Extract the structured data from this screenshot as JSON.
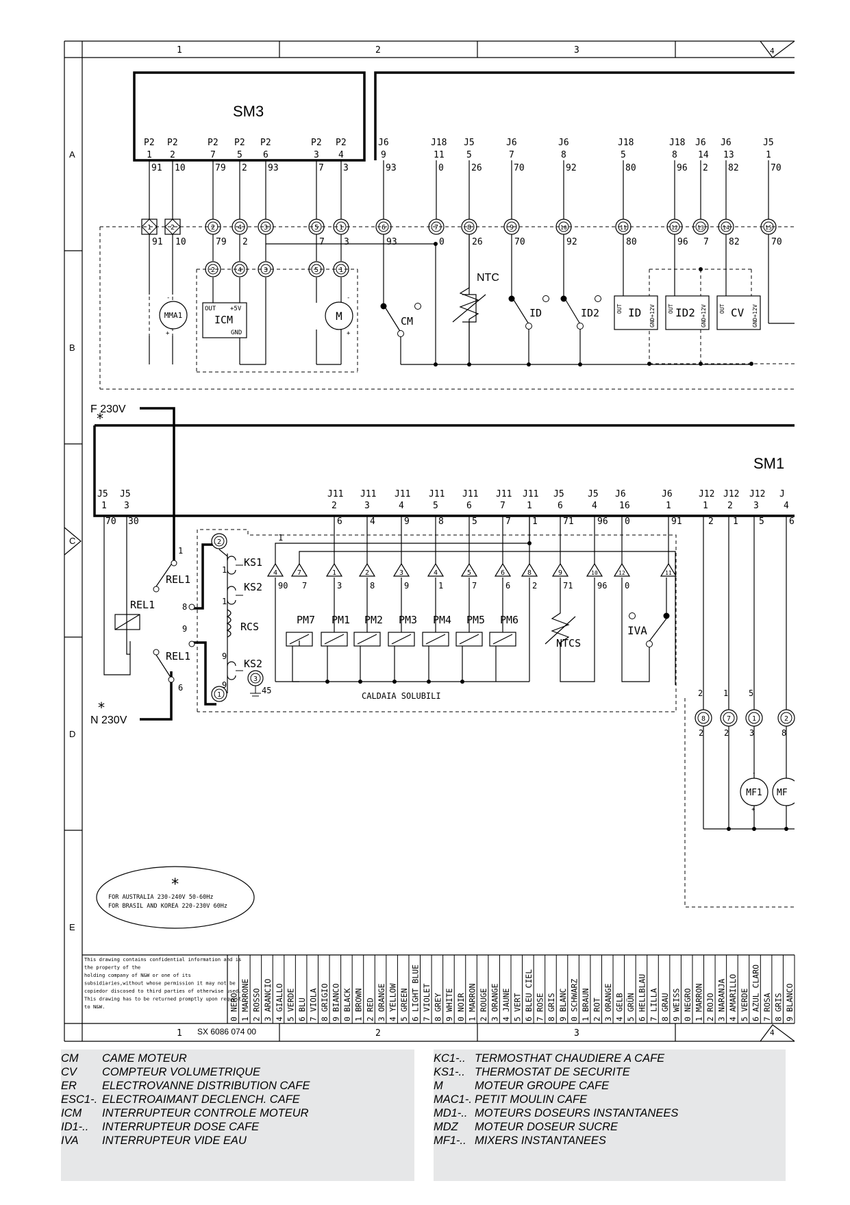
{
  "frame": {
    "columns_top": [
      "1",
      "2",
      "3",
      "4"
    ],
    "rows": [
      "A",
      "B",
      "C",
      "D",
      "E"
    ],
    "columns_bottom": [
      "1",
      "2",
      "3",
      "4"
    ],
    "drawing_number": "SX 6086 074 00"
  },
  "sm3": {
    "title": "SM3",
    "pins": [
      {
        "conn": "P2",
        "num": "1",
        "wire": "91"
      },
      {
        "conn": "P2",
        "num": "2",
        "wire": "10"
      },
      {
        "conn": "P2",
        "num": "7",
        "wire": "79"
      },
      {
        "conn": "P2",
        "num": "5",
        "wire": "2"
      },
      {
        "conn": "P2",
        "num": "6",
        "wire": "93"
      },
      {
        "conn": "P2",
        "num": "3",
        "wire": "7"
      },
      {
        "conn": "P2",
        "num": "4",
        "wire": "3"
      },
      {
        "conn": "J6",
        "num": "9",
        "wire": "93"
      },
      {
        "conn": "J18",
        "num": "11",
        "wire": "0"
      },
      {
        "conn": "J5",
        "num": "5",
        "wire": "26"
      },
      {
        "conn": "J6",
        "num": "7",
        "wire": "70"
      },
      {
        "conn": "J6",
        "num": "8",
        "wire": "92"
      },
      {
        "conn": "J18",
        "num": "5",
        "wire": "80"
      },
      {
        "conn": "J18",
        "num": "8",
        "wire": "96"
      },
      {
        "conn": "J6",
        "num": "14",
        "wire": "2"
      },
      {
        "conn": "J6",
        "num": "13",
        "wire": "82"
      },
      {
        "conn": "J5",
        "num": "1",
        "wire": "70"
      }
    ],
    "terminals": [
      "1",
      "2",
      "2",
      "4",
      "3",
      "5",
      "1",
      "6",
      "7",
      "8",
      "9",
      "10",
      "11",
      "12",
      "13",
      "14",
      "15"
    ],
    "terminal_wires": [
      "91",
      "10",
      "79",
      "2",
      "",
      "7",
      "3",
      "93",
      "0",
      "26",
      "70",
      "92",
      "80",
      "96",
      "7",
      "82",
      "70"
    ]
  },
  "sm3_components": {
    "mma1": "MMA1",
    "icm": "ICM",
    "icm_out": "OUT",
    "icm_5v": "+5V",
    "icm_gnd": "GND",
    "motor": "M",
    "cm": "CM",
    "ntc": "NTC",
    "id": "ID",
    "id2": "ID2",
    "sensor_id": "ID",
    "sensor_id2": "ID2",
    "sensor_cv": "CV",
    "out": "OUT",
    "gnd12": "GND+12V",
    "minus": "-",
    "plus": "+"
  },
  "supply": {
    "phase": "F 230V",
    "neutral": "N 230V",
    "star": "*"
  },
  "sm1": {
    "title": "SM1",
    "pins": [
      {
        "conn": "J5",
        "num": "1",
        "wire": "70"
      },
      {
        "conn": "J5",
        "num": "3",
        "wire": "30"
      },
      {
        "conn": "J11",
        "num": "2",
        "wire": "6"
      },
      {
        "conn": "J11",
        "num": "3",
        "wire": "4"
      },
      {
        "conn": "J11",
        "num": "4",
        "wire": "9"
      },
      {
        "conn": "J11",
        "num": "5",
        "wire": "8"
      },
      {
        "conn": "J11",
        "num": "6",
        "wire": "5"
      },
      {
        "conn": "J11",
        "num": "7",
        "wire": "7"
      },
      {
        "conn": "J11",
        "num": "1",
        "wire": "1"
      },
      {
        "conn": "J5",
        "num": "6",
        "wire": "71"
      },
      {
        "conn": "J5",
        "num": "4",
        "wire": "96"
      },
      {
        "conn": "J6",
        "num": "16",
        "wire": "0"
      },
      {
        "conn": "J6",
        "num": "1",
        "wire": "91"
      },
      {
        "conn": "J12",
        "num": "1",
        "wire": "2"
      },
      {
        "conn": "J12",
        "num": "2",
        "wire": "1"
      },
      {
        "conn": "J12",
        "num": "3",
        "wire": "5"
      },
      {
        "conn": "J",
        "num": "4",
        "wire": "6"
      }
    ]
  },
  "sm1_components": {
    "rel1_a": "REL1",
    "rel1_coil": "REL1",
    "rel1_b": "REL1",
    "ks1": "KS1",
    "ks2_a": "KS2",
    "rcs": "RCS",
    "ks2_b": "KS2",
    "boiler": "CALDAIA SOLUBILI",
    "triangles": [
      "4",
      "7",
      "1",
      "2",
      "3",
      "4",
      "5",
      "6",
      "8",
      "9",
      "10",
      "12",
      "11"
    ],
    "tri_wires": [
      "90",
      "7",
      "3",
      "8",
      "9",
      "1",
      "7",
      "6",
      "2",
      "71",
      "96",
      "0"
    ],
    "solenoids": [
      "PM7",
      "PM1",
      "PM2",
      "PM3",
      "PM4",
      "PM5",
      "PM6"
    ],
    "ntcs": "NTCS",
    "iva": "IVA",
    "bottom_terminals": [
      "8",
      "7",
      "1",
      "2"
    ],
    "bottom_top_wires": [
      "2",
      "1",
      "5"
    ],
    "bottom_low_wires": [
      "2",
      "2",
      "3",
      "8"
    ],
    "mf1": "MF1",
    "mf_partial": "MF",
    "earth_num": "3",
    "earth_wire": "45"
  },
  "note": {
    "star": "*",
    "line1": "FOR AUSTRALIA 230-240V 50-60Hz",
    "line2": "FOR BRASIL AND KOREA 220-230V 60Hz"
  },
  "confidential": [
    "This drawing contains confidential information and is",
    "the property of the",
    "holding company of N&W or one of its",
    "subsidiaries,without whose permission it may not be",
    "copiedor discosed to third parties of otherwise used.",
    "This drawing has to be returned promptly upon request",
    "to N&W."
  ],
  "color_table": [
    {
      "n": "0",
      "c": "NERO"
    },
    {
      "n": "1",
      "c": "MARRONE"
    },
    {
      "n": "2",
      "c": "ROSSO"
    },
    {
      "n": "3",
      "c": "ARANCIO"
    },
    {
      "n": "4",
      "c": "GIALLO"
    },
    {
      "n": "5",
      "c": "VERDE"
    },
    {
      "n": "6",
      "c": "BLU"
    },
    {
      "n": "7",
      "c": "VIOLA"
    },
    {
      "n": "8",
      "c": "GRIGIO"
    },
    {
      "n": "9",
      "c": "BIANCO"
    },
    {
      "n": "0",
      "c": "BLACK"
    },
    {
      "n": "1",
      "c": "BROWN"
    },
    {
      "n": "2",
      "c": "RED"
    },
    {
      "n": "3",
      "c": "ORANGE"
    },
    {
      "n": "4",
      "c": "YELLOW"
    },
    {
      "n": "5",
      "c": "GREEN"
    },
    {
      "n": "6",
      "c": "LIGHT BLUE"
    },
    {
      "n": "7",
      "c": "VIOLET"
    },
    {
      "n": "8",
      "c": "GREY"
    },
    {
      "n": "9",
      "c": "WHITE"
    },
    {
      "n": "0",
      "c": "NOIR"
    },
    {
      "n": "1",
      "c": "MARRON"
    },
    {
      "n": "2",
      "c": "ROUGE"
    },
    {
      "n": "3",
      "c": "ORANGE"
    },
    {
      "n": "4",
      "c": "JAUNE"
    },
    {
      "n": "5",
      "c": "VERT"
    },
    {
      "n": "6",
      "c": "BLEU CIEL"
    },
    {
      "n": "7",
      "c": "ROSE"
    },
    {
      "n": "8",
      "c": "GRIS"
    },
    {
      "n": "9",
      "c": "BLANC"
    },
    {
      "n": "0",
      "c": "SCHWARZ"
    },
    {
      "n": "1",
      "c": "BRAUN"
    },
    {
      "n": "2",
      "c": "ROT"
    },
    {
      "n": "3",
      "c": "ORANGE"
    },
    {
      "n": "4",
      "c": "GELB"
    },
    {
      "n": "5",
      "c": "GRÜN"
    },
    {
      "n": "6",
      "c": "HELLBLAU"
    },
    {
      "n": "7",
      "c": "LILLA"
    },
    {
      "n": "8",
      "c": "GRAU"
    },
    {
      "n": "9",
      "c": "WEISS"
    },
    {
      "n": "0",
      "c": "NEGRO"
    },
    {
      "n": "1",
      "c": "MARRON"
    },
    {
      "n": "2",
      "c": "ROJO"
    },
    {
      "n": "3",
      "c": "NARANJA"
    },
    {
      "n": "4",
      "c": "AMARILLO"
    },
    {
      "n": "5",
      "c": "VERDE"
    },
    {
      "n": "6",
      "c": "AZUL CLARO"
    },
    {
      "n": "7",
      "c": "ROSA"
    },
    {
      "n": "8",
      "c": "GRIS"
    },
    {
      "n": "9",
      "c": "BLANCO"
    }
  ],
  "legend_left": [
    {
      "abbr": "CM",
      "desc": "CAME MOTEUR"
    },
    {
      "abbr": "CV",
      "desc": "COMPTEUR VOLUMETRIQUE"
    },
    {
      "abbr": "ER",
      "desc": "ELECTROVANNE DISTRIBUTION CAFE"
    },
    {
      "abbr": "ESC1-.",
      "desc": "ELECTROAIMANT DECLENCH. CAFE"
    },
    {
      "abbr": "ICM",
      "desc": "INTERRUPTEUR CONTROLE MOTEUR"
    },
    {
      "abbr": "ID1-..",
      "desc": "INTERRUPTEUR DOSE CAFE"
    },
    {
      "abbr": "IVA",
      "desc": "INTERRUPTEUR  VIDE EAU"
    }
  ],
  "legend_right": [
    {
      "abbr": "KC1-..",
      "desc": "TERMOSTHAT CHAUDIERE A CAFE"
    },
    {
      "abbr": "KS1-..",
      "desc": "THERMOSTAT DE SECURITE"
    },
    {
      "abbr": "M",
      "desc": "MOTEUR GROUPE CAFE"
    },
    {
      "abbr": "MAC1-.",
      "desc": "PETIT MOULIN CAFE"
    },
    {
      "abbr": "MD1-..",
      "desc": "MOTEURS DOSEURS INSTANTANEES"
    },
    {
      "abbr": "MDZ",
      "desc": "MOTEUR DOSEUR SUCRE"
    },
    {
      "abbr": "MF1-..",
      "desc": "MIXERS INSTANTANEES"
    }
  ]
}
